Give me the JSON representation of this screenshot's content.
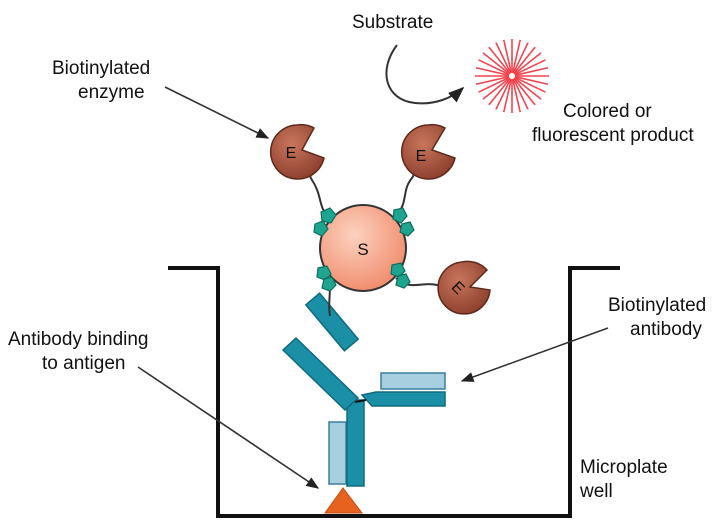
{
  "labels": {
    "substrate": "Substrate",
    "biotinylated_enzyme": [
      "Biotinylated",
      "enzyme"
    ],
    "product": [
      "Colored or",
      "fluorescent product"
    ],
    "biotinylated_antibody": [
      "Biotinylated",
      "antibody"
    ],
    "antibody_binding": [
      "Antibody binding",
      "to antigen"
    ],
    "microplate_well": [
      "Microplate",
      "well"
    ],
    "streptavidin_letter": "S",
    "enzyme_letter": "E"
  },
  "colors": {
    "enzyme": "#a0523d",
    "streptavidin": "#f7a48a",
    "biotin": "#1fa58f",
    "antibody_heavy": "#1b8fa6",
    "antibody_light": "#a8cfe0",
    "antigen": "#e8621f",
    "product_burst": "#f0454f",
    "well": "#111111"
  },
  "icons": {
    "enzyme": "pacman-shape",
    "streptavidin": "sphere",
    "biotin": "pentagon",
    "product": "starburst",
    "antigen": "triangle"
  }
}
